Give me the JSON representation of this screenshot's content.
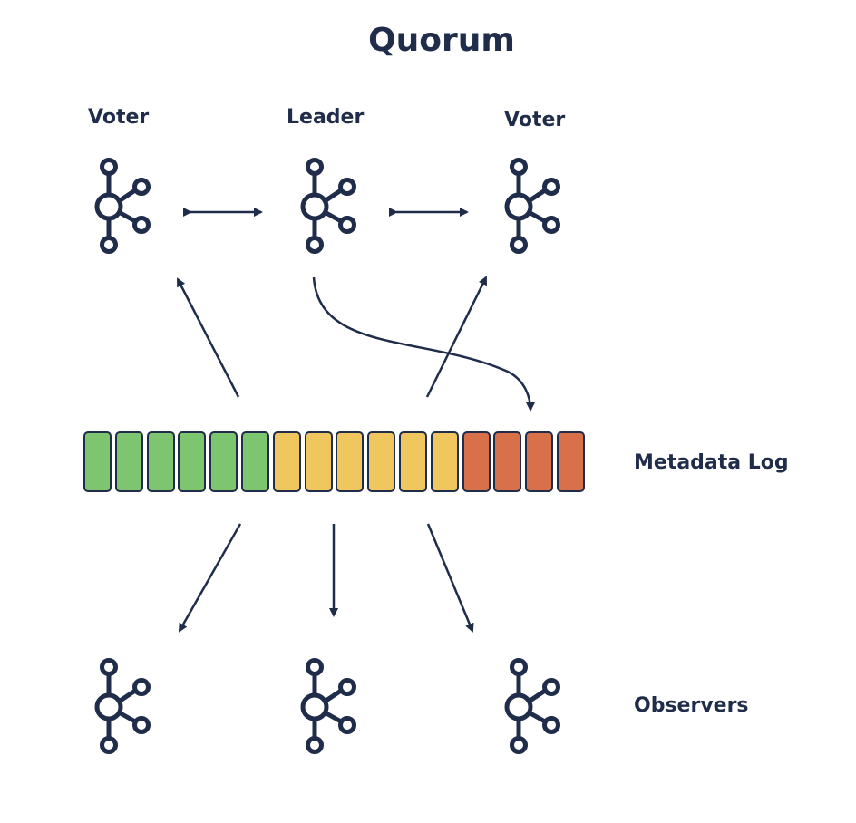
{
  "title": "Quorum",
  "quorum": {
    "voter_left_label": "Voter",
    "leader_label": "Leader",
    "voter_right_label": "Voter"
  },
  "log": {
    "label": "Metadata Log",
    "cells": [
      "green",
      "green",
      "green",
      "green",
      "green",
      "green",
      "yellow",
      "yellow",
      "yellow",
      "yellow",
      "yellow",
      "yellow",
      "orange",
      "orange",
      "orange",
      "orange"
    ],
    "colors": {
      "green": "#7dc66f",
      "yellow": "#efc75e",
      "orange": "#d8704a"
    }
  },
  "observers": {
    "label": "Observers"
  },
  "colors": {
    "ink": "#1f2c4a"
  },
  "icons": {
    "node": "kafka-broker-icon"
  }
}
